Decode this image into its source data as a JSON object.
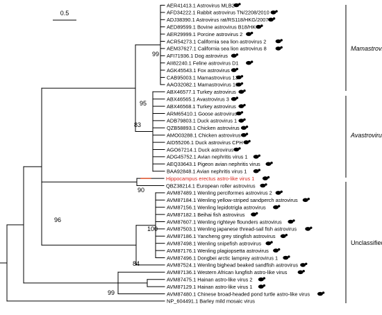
{
  "scale_bar": {
    "label": "0.5"
  },
  "groups": [
    {
      "name": "Mamastrovirus"
    },
    {
      "name": "Avastrovirus"
    },
    {
      "name": "Unclassified"
    }
  ],
  "bootstrap": [
    "99",
    "95",
    "83",
    "90",
    "100",
    "96",
    "84",
    "99"
  ],
  "taxa": [
    {
      "label": "AER41413.1 Astrovirus MLB2",
      "icon": "human-icon"
    },
    {
      "label": "AFD34222.1 Rabbit astrovirus TN/2208/2010",
      "icon": "rabbit-icon"
    },
    {
      "label": "ADJ38390.1 Astrovirus rat/RS118/HKG/2007",
      "icon": "rat-icon"
    },
    {
      "label": "AED89599.1 Bovine astrovirus B18/HK",
      "icon": "cow-icon"
    },
    {
      "label": "AER29999.1 Porcine astrovirus 2",
      "icon": "pig-icon"
    },
    {
      "label": "ACR54273.1 California sea lion astrovirus 2",
      "icon": "sea-lion-icon"
    },
    {
      "label": "AEM37627.1 California sea lion astrovirus 8",
      "icon": "sea-lion-icon"
    },
    {
      "label": "AFI71936.1 Dog astrovirus",
      "icon": "dog-icon"
    },
    {
      "label": "AII82240.1 Feline astrovirus D1",
      "icon": "cat-icon"
    },
    {
      "label": "AGK45543.1 Fox astrovirus",
      "icon": "fox-icon"
    },
    {
      "label": "CAB95003.1 Mamastrovirus 13",
      "icon": "sheep-icon"
    },
    {
      "label": "AAO32082.1 Mamastrovirus 10",
      "icon": "mink-icon"
    },
    {
      "label": "ABX46577.1 Turkey astrovirus",
      "icon": "turkey-icon"
    },
    {
      "label": "ABX46565.1 Avastrovirus 3",
      "icon": "turkey-icon"
    },
    {
      "label": "ABX46568.1 Turkey astrovirus",
      "icon": "turkey-icon"
    },
    {
      "label": "ARM65410.1 Goose astrovirus",
      "icon": "goose-icon"
    },
    {
      "label": "ADB79803.1 Duck astrovirus 1",
      "icon": "duck-icon"
    },
    {
      "label": "QZB58893.1 Chicken astrovirus",
      "icon": "chicken-icon"
    },
    {
      "label": "AMO03288.1 Chicken astrovirus",
      "icon": "chicken-icon"
    },
    {
      "label": "AID55206.1 Duck astrovirus CPH",
      "icon": "duck-icon"
    },
    {
      "label": "AGO67214.1 Duck astrovirus",
      "icon": "duck-icon"
    },
    {
      "label": "ADG45752.1 Avian nephritis virus 1",
      "icon": "chicken-icon"
    },
    {
      "label": "AEQ33643.1 Pigeon avian nephritis virus",
      "icon": "pigeon-icon"
    },
    {
      "label": "BAA92848.1 Avian nephritis virus 1",
      "icon": "chicken-icon"
    },
    {
      "label": "Hippocampus erectus astro-like virus 1",
      "icon": "seahorse-icon",
      "color": "#d7261e"
    },
    {
      "label": "QBZ38214.1 European roller astrovirus",
      "icon": "bird-icon"
    },
    {
      "label": "AVM87489.1 Wenling perciformes astrovirus 2",
      "icon": "fish-icon"
    },
    {
      "label": "AVM87184.1 Wenling yellow-striped sandperch astrovirus",
      "icon": "fish-icon"
    },
    {
      "label": "AVM87156.1 Wenling lepidotrigla astrovirus",
      "icon": "fish-icon"
    },
    {
      "label": "AVM87182.1 Beihai fish astrovirus",
      "icon": "fish-icon"
    },
    {
      "label": "AVM87607.1 Wenling righteye flounders astrovirus",
      "icon": "fish-icon"
    },
    {
      "label": "AVM87503.1 Wenling japanese thread-sail fish astrovirus",
      "icon": "fish-icon"
    },
    {
      "label": "AVM87186.1 Yancheng grey stingfish astrovirus",
      "icon": "fish-icon"
    },
    {
      "label": "AVM87498.1 Wenling snipefish astrovirus",
      "icon": "fish-icon"
    },
    {
      "label": "AVM87176.1 Wenling plagiopsetta astrovirus",
      "icon": "fish-icon"
    },
    {
      "label": "AVM87496.1 Dongbei arctic lamprey astrovirus 1",
      "icon": "lamprey-icon"
    },
    {
      "label": "AVM87524.1 Wenling bighead beaked sandfish astrovirus",
      "icon": "fish-icon"
    },
    {
      "label": "AVM87136.1 Western African lungfish astro-like virus",
      "icon": "lungfish-icon"
    },
    {
      "label": "AVM87475.1 Hainan astro-like virus 2",
      "icon": "frog-icon"
    },
    {
      "label": "AVM87129.1 Hainan astro-like virus 1",
      "icon": "snake-icon"
    },
    {
      "label": "AVM87480.1 Chinese broad-headed pond turtle astro-like virus",
      "icon": "turtle-icon"
    },
    {
      "label": "NP_604491.1 Barley mild mosaic virus",
      "icon": ""
    }
  ]
}
